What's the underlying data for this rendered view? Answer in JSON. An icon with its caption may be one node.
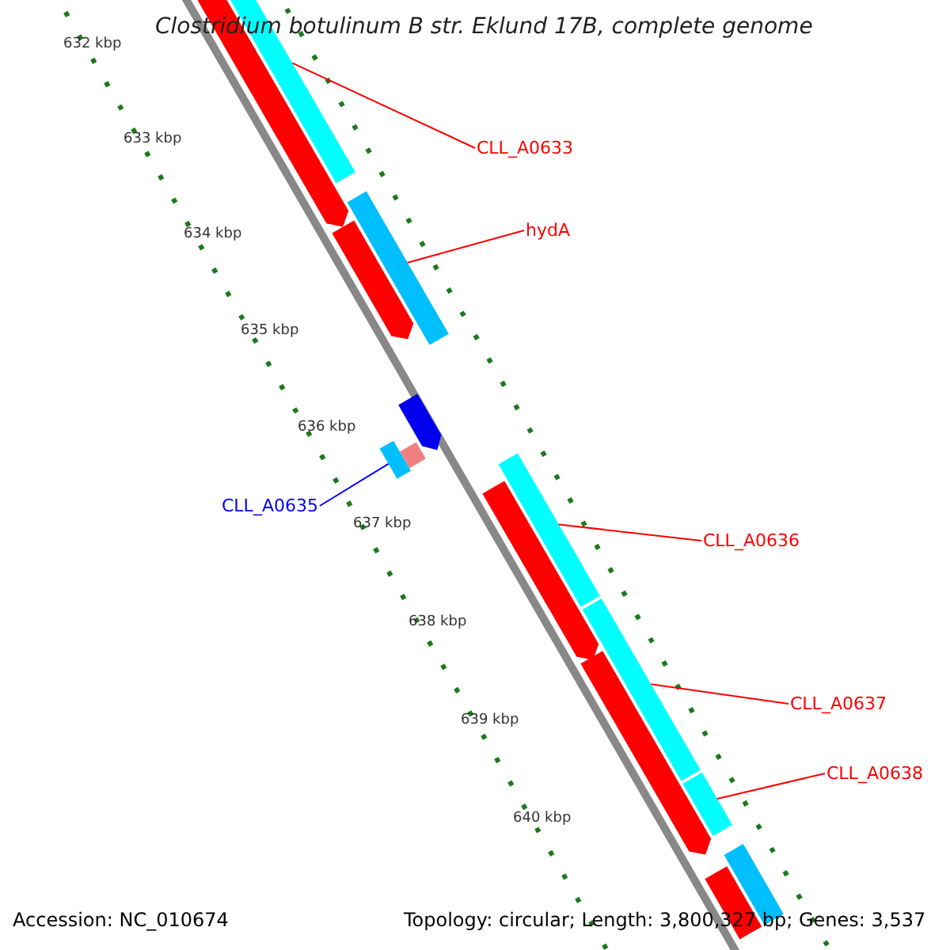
{
  "diagram": {
    "title": "Clostridium botulinum B str. Eklund 17B, complete genome",
    "nodes": [
      {
        "text": [
          "CLL_A0633"
        ]
      },
      {
        "text": [],
        "shape": "bar"
      },
      {
        "text": [
          "hydA"
        ]
      },
      {
        "text": [],
        "shape": "bar"
      },
      {
        "text": [
          "CLL_A0635"
        ]
      },
      {
        "text": [],
        "shape": "bar"
      },
      {
        "text": [
          "CLL_A0636"
        ]
      },
      {
        "text": [],
        "shape": "bar"
      },
      {
        "text": [
          "CLL_A0637"
        ]
      },
      {
        "text": [],
        "shape": "bar"
      },
      {
        "text": [
          "CLL_A0638"
        ]
      },
      {
        "text": [],
        "shape": "bar"
      }
    ],
    "edges": [
      {
        "from": 0,
        "to": 1,
        "arrow": "none"
      },
      {
        "from": 2,
        "to": 3,
        "arrow": "none"
      },
      {
        "from": 4,
        "to": 5,
        "arrow": "none",
        "color": "#0000ff"
      },
      {
        "from": 6,
        "to": 7,
        "arrow": "none"
      },
      {
        "from": 8,
        "to": 9,
        "arrow": "none"
      },
      {
        "from": 10,
        "to": 11,
        "arrow": "none"
      }
    ],
    "labels": [
      "632 kbp",
      "633 kbp",
      "634 kbp",
      "635 kbp",
      "636 kbp",
      "637 kbp",
      "638 kbp",
      "639 kbp",
      "640 kbp",
      "Accession: NC_010674",
      "Topology: circular; Length: 3,800,327 bp; Genes: 3,537"
    ]
  }
}
